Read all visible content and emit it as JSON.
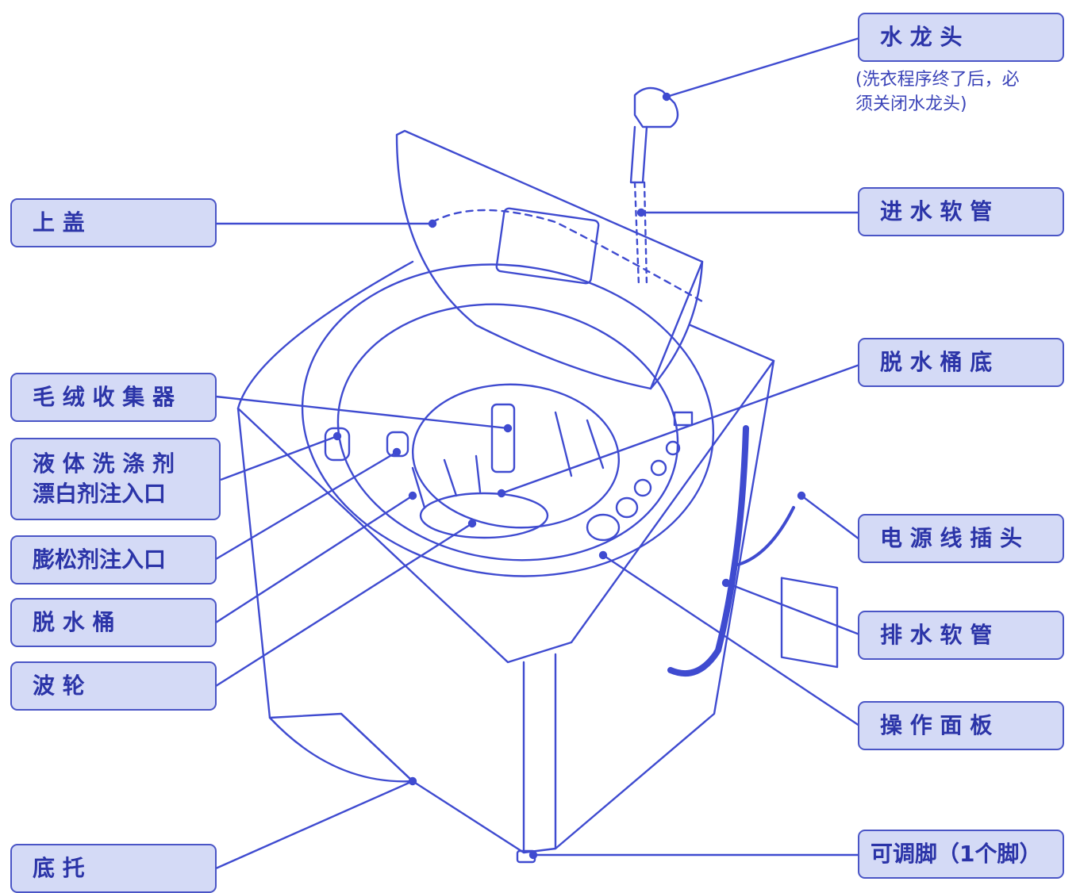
{
  "labels": {
    "faucet": "水 龙 头",
    "faucet_note": "(洗衣程序终了后，必\n须关闭水龙头)",
    "inlet_hose": "进 水 软 管",
    "top_lid": "上 盖",
    "spin_tub_bottom": "脱 水 桶 底",
    "lint_collector": "毛 绒 收 集 器",
    "detergent_inlet_line1": "液 体 洗 涤 剂",
    "detergent_inlet_line2": "漂白剂注入口",
    "softener_inlet": "膨松剂注入口",
    "power_plug": "电 源 线 插 头",
    "spin_tub": "脱 水 桶",
    "drain_hose": "排 水 软 管",
    "pulsator": "波 轮",
    "control_panel": "操 作 面 板",
    "base": "底 托",
    "adjustable_foot": "可调脚（1个脚）"
  },
  "colors": {
    "line": "#3f4bd0",
    "label_bg": "#d4daf6",
    "label_border": "#4a55c6",
    "text": "#2b34a8"
  }
}
